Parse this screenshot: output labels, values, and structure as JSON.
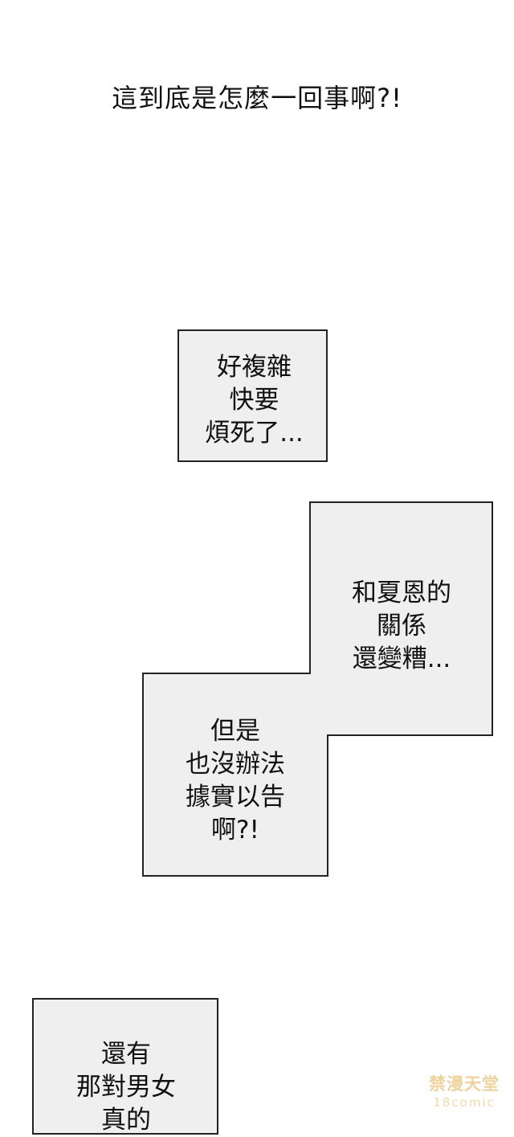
{
  "headline": "這到底是怎麼一回事啊?!",
  "captions": [
    {
      "text": "好複雜\n快要\n煩死了..."
    },
    {
      "text": "和夏恩的\n關係\n還變糟..."
    },
    {
      "text": "但是\n也沒辦法\n據實以告\n啊?!"
    },
    {
      "text": "還有\n那對男女\n真的"
    }
  ],
  "watermark": {
    "top": "禁漫天堂",
    "bottom": "18comic"
  },
  "colors": {
    "background": "#ffffff",
    "caption_fill": "#efefef",
    "caption_border": "#222222",
    "text": "#111111",
    "watermark": "#e8c889"
  }
}
